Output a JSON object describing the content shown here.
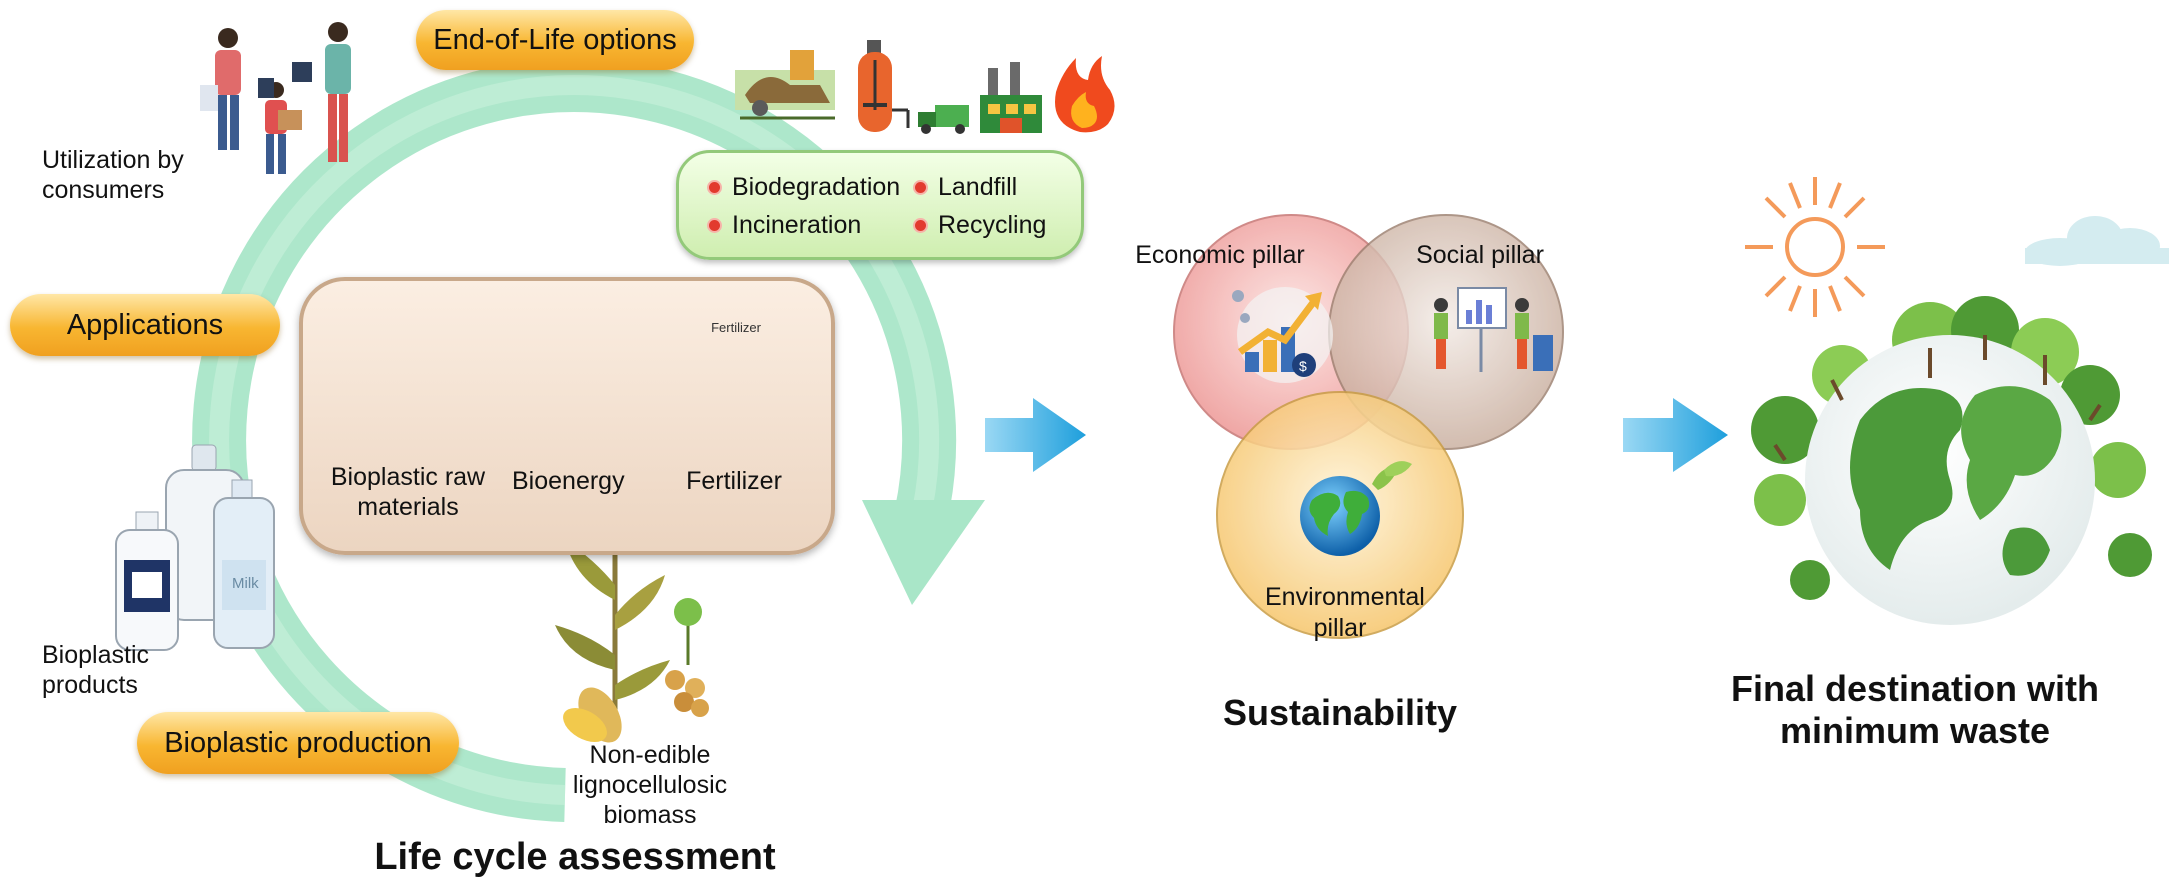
{
  "cycle": {
    "stages": {
      "end_of_life": "End-of-Life options",
      "applications": "Applications",
      "bioplastic_production": "Bioplastic production"
    },
    "eol_options": [
      "Biodegradation",
      "Landfill",
      "Incineration",
      "Recycling"
    ],
    "labels": {
      "consumers": "Utilization by consumers",
      "products": "Bioplastic products",
      "biomass": "Non-edible lignocellulosic biomass",
      "fertilizer_bag": "Fertilizer",
      "milk": "Milk"
    },
    "recovery_outputs": [
      "Bioplastic raw materials",
      "Bioenergy",
      "Fertilizer"
    ],
    "title": "Life cycle assessment"
  },
  "sustainability": {
    "pillars": {
      "economic": "Economic pillar",
      "social": "Social pillar",
      "environmental": "Environmental pillar"
    },
    "title": "Sustainability"
  },
  "destination": {
    "title": "Final destination with minimum waste"
  },
  "colors": {
    "cycle_arrow": "#a6e6c6",
    "pill": "#f8b631",
    "arrow_blue": "#2aa6e0",
    "economic": "#f1a4a4",
    "social": "#cdb6a6",
    "environmental": "#f8cf7a",
    "earth_green": "#4c9a3a"
  },
  "icons": [
    "shoppers-illustration",
    "compost-icon",
    "digester-icon",
    "garbage-truck-icon",
    "factory-icon",
    "fire-icon",
    "granules-icon",
    "bioreactor-icon",
    "fertilizer-bag-icon",
    "bottles-icon",
    "corn-plant-icon",
    "seedling-icon",
    "economy-icon",
    "presentation-icon",
    "globe-icon",
    "sun-icon",
    "cloud-icon",
    "earth-trees-icon"
  ]
}
